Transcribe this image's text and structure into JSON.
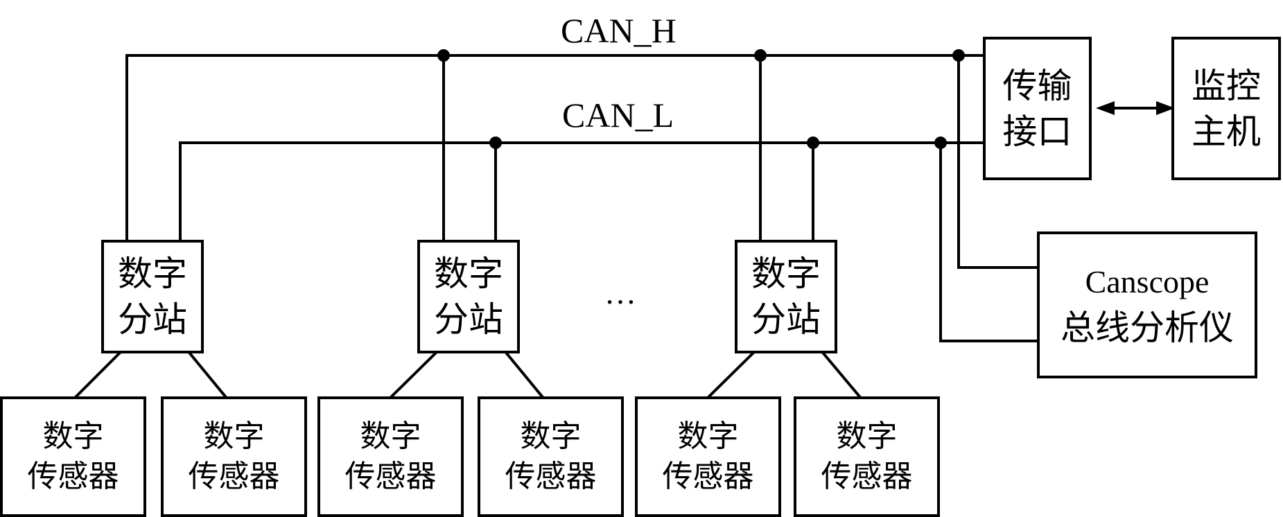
{
  "bus": {
    "high_label": "CAN_H",
    "low_label": "CAN_L"
  },
  "interface": {
    "line1": "传输",
    "line2": "接口"
  },
  "monitor": {
    "line1": "监控",
    "line2": "主机"
  },
  "analyzer": {
    "line1": "Canscope",
    "line2": "总线分析仪"
  },
  "substations": [
    {
      "line1": "数字",
      "line2": "分站"
    },
    {
      "line1": "数字",
      "line2": "分站"
    },
    {
      "line1": "数字",
      "line2": "分站"
    }
  ],
  "sensors": [
    {
      "line1": "数字",
      "line2": "传感器"
    },
    {
      "line1": "数字",
      "line2": "传感器"
    },
    {
      "line1": "数字",
      "line2": "传感器"
    },
    {
      "line1": "数字",
      "line2": "传感器"
    },
    {
      "line1": "数字",
      "line2": "传感器"
    },
    {
      "line1": "数字",
      "line2": "传感器"
    }
  ],
  "ellipsis": "…"
}
